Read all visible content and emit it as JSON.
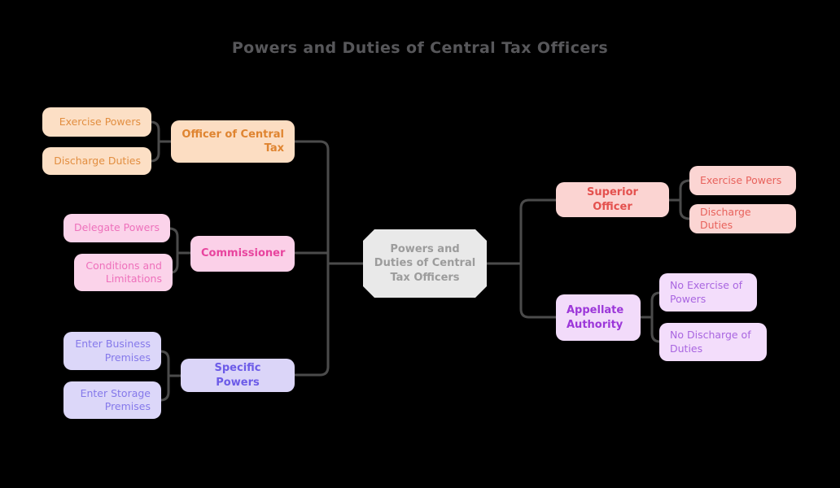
{
  "title": "Powers and Duties of Central Tax Officers",
  "palette": {
    "background": "#000000",
    "connector": "#4B4B4B",
    "title_text": "#57575A",
    "root_fill": "#E9E9E9",
    "root_text": "#9C9C9C",
    "officer_branch": {
      "fill": "#FCDEC4",
      "text": "#E08733"
    },
    "commissioner_branch": {
      "fill": "#FBD2E9",
      "text": "#E8449E"
    },
    "specific_branch": {
      "fill": "#DCD6F9",
      "text": "#6C5BE8"
    },
    "superior_branch": {
      "fill": "#FBD5D3",
      "text": "#E4514E"
    },
    "appellate_branch": {
      "fill": "#F3DCFA",
      "text": "#9C37D9"
    }
  },
  "mindmap": {
    "root": "Powers and\nDuties of Central\nTax Officers",
    "left_branches": [
      {
        "label": "Officer of Central\nTax",
        "children": [
          "Exercise Powers",
          "Discharge Duties"
        ]
      },
      {
        "label": "Commissioner",
        "children": [
          "Delegate Powers",
          "Conditions and\nLimitations"
        ]
      },
      {
        "label": "Specific Powers",
        "children": [
          "Enter Business\nPremises",
          "Enter Storage\nPremises"
        ]
      }
    ],
    "right_branches": [
      {
        "label": "Superior Officer",
        "children": [
          "Exercise Powers",
          "Discharge Duties"
        ]
      },
      {
        "label": "Appellate\nAuthority",
        "children": [
          "No Exercise of\nPowers",
          "No Discharge of\nDuties"
        ]
      }
    ]
  }
}
